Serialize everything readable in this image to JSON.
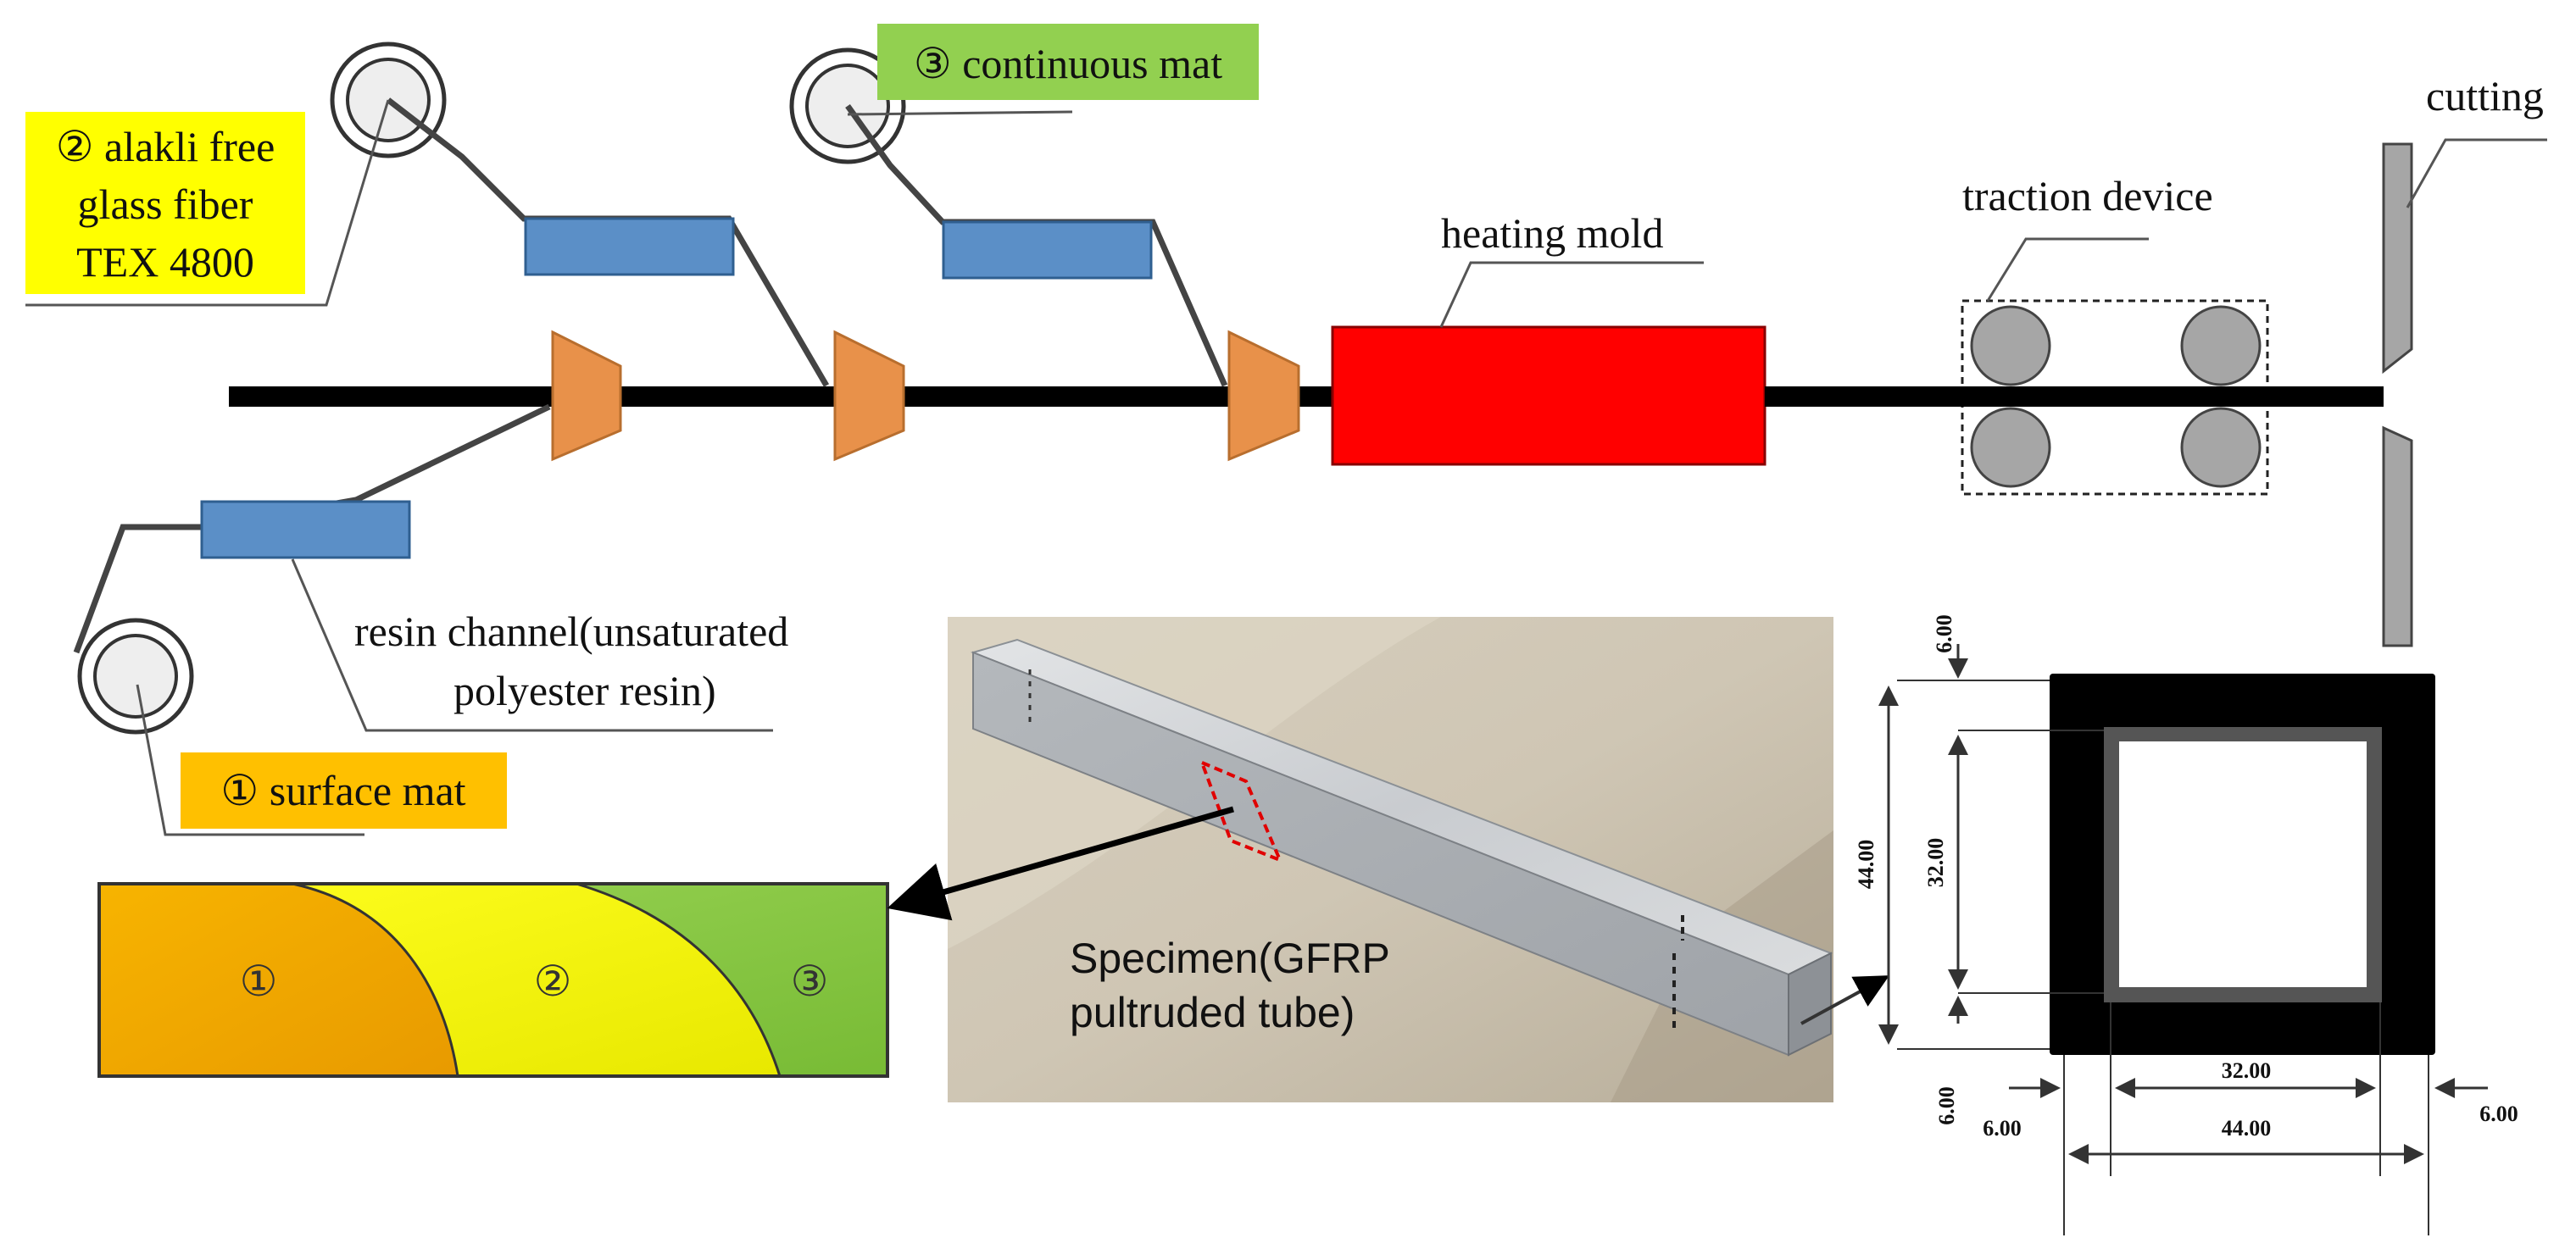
{
  "labels": {
    "glass_fiber_line1": "② alakli free",
    "glass_fiber_line2": "glass fiber",
    "glass_fiber_line3": "TEX 4800",
    "continuous_mat": "③ continuous mat",
    "surface_mat": "① surface mat",
    "heating_mold": "heating mold",
    "traction_device": "traction device",
    "cutting": "cutting",
    "resin_channel_line1": "resin channel(unsaturated",
    "resin_channel_line2": "polyester resin)",
    "specimen_line1": "Specimen(GFRP",
    "specimen_line2": "pultruded tube)"
  },
  "layers": {
    "zone1": "①",
    "zone2": "②",
    "zone3": "③"
  },
  "cross_section": {
    "wall_top": "6.00",
    "outer_height": "44.00",
    "inner_height": "32.00",
    "inner_width": "32.00",
    "outer_width": "44.00",
    "wall_left": "6.00",
    "wall_bottom_left": "6.00",
    "wall_right": "6.00"
  },
  "colors": {
    "fiber_line": "#000000",
    "resin_box": "#5b8fc7",
    "resin_box_border": "#2f5f90",
    "guide": "#e8914a",
    "mold": "#ff0000",
    "roller": "#a6a6a6",
    "cutter": "#a6a6a6",
    "tag_yellow": "#ffff00",
    "tag_green": "#92d050",
    "tag_orange": "#ffc000",
    "zone1_fill": "#f0a800",
    "zone2_fill": "#ffff00",
    "zone3_fill": "#8ccc44",
    "tube_outer": "#000000",
    "tube_inner_ring": "#555555"
  }
}
